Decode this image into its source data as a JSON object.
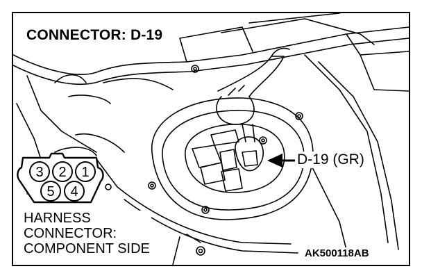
{
  "title": "CONNECTOR: D-19",
  "callout": {
    "label": "D-19 (GR)"
  },
  "harness": {
    "lines": [
      "HARNESS",
      "CONNECTOR:",
      "COMPONENT SIDE"
    ],
    "pins_top": [
      "3",
      "2",
      "1"
    ],
    "pins_bottom": [
      "5",
      "4"
    ]
  },
  "figure_code": "AK500118AB"
}
